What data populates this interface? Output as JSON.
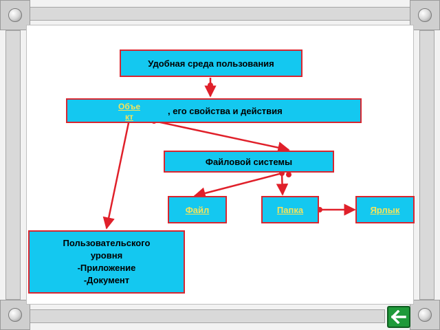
{
  "diagram": {
    "top_box": "Удобная среда пользования",
    "object_word": "Объе кт",
    "object_rest": ", его свойства и действия",
    "fs_box": "Файловой системы",
    "file_box": "Файл",
    "folder_box": "Папка",
    "shortcut_box": "Ярлык",
    "user_level_lines": [
      "Пользовательского",
      "уровня",
      "-Приложение",
      "-Документ"
    ]
  },
  "colors": {
    "box_fill": "#14c8f0",
    "box_border": "#d9252f",
    "arrow": "#e0202a",
    "link_text": "#f6e45a"
  },
  "icons": {
    "back": "arrow-left-icon",
    "corner": "knob-icon"
  }
}
